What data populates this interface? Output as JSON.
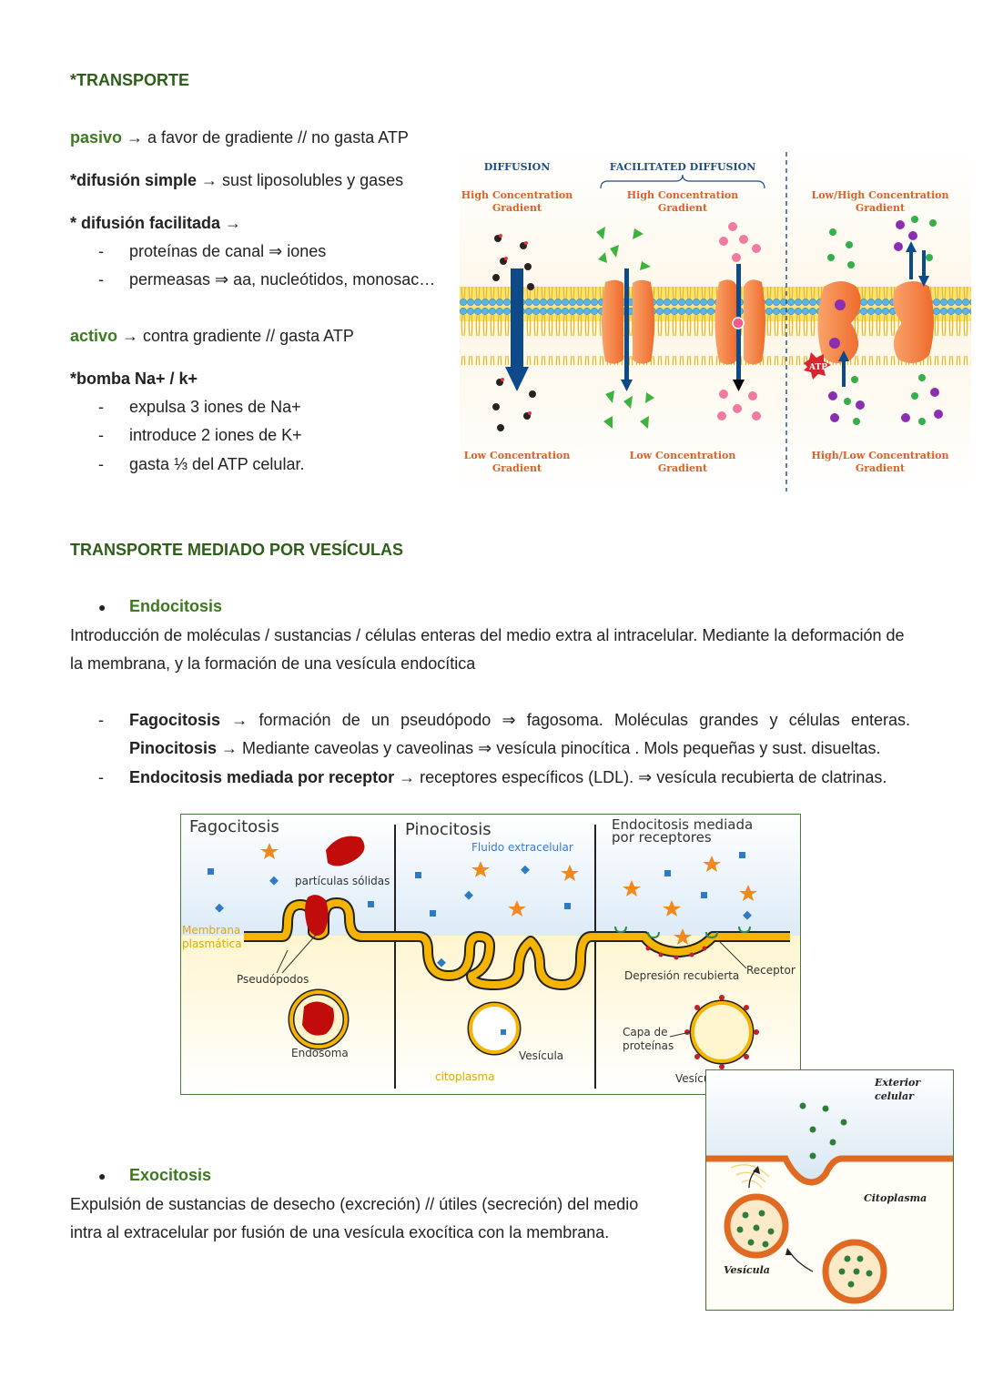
{
  "section1": {
    "title": "*TRANSPORTE",
    "pasivo_word": "pasivo",
    "pasivo_rest": " → a favor de gradiente  // no gasta ATP",
    "dif_simple_bold": "*difusión simple",
    "dif_simple_rest": " → sust liposolubles y gases",
    "dif_fac_bold": "* difusión facilitada",
    "dif_fac_rest": " →",
    "dif_fac_items": [
      "proteínas de canal  ⇒ iones",
      "permeasas ⇒ aa, nucleótidos, monosac…"
    ],
    "activo_word": "activo",
    "activo_rest": " → contra gradiente  // gasta ATP",
    "bomba_bold": "*bomba Na+ / k+",
    "bomba_items": [
      "expulsa 3 iones de Na+",
      "introduce 2 iones de K+",
      "gasta ⅓ del ATP celular."
    ],
    "dash": "-"
  },
  "diffusion_figure": {
    "diffusion": "DIFFUSION",
    "facilitated": "FACILITATED DIFFUSION",
    "high_conc": "High Concentration",
    "gradient": "Gradient",
    "low_conc": "Low Concentration",
    "lowhigh_conc": "Low/High Concentration",
    "highlow_conc": "High/Low Concentration",
    "atp": "ATP"
  },
  "section2": {
    "title": "TRANSPORTE MEDIADO POR VESÍCULAS",
    "bullet": "●",
    "endo_title": "Endocitosis",
    "endo_text1": "Introducción de moléculas / sustancias / células enteras del medio extra al intracelular. Mediante la deformación de",
    "endo_text2": "la membrana, y la formación de una vesícula endocítica",
    "fago_bold": "Fagocitosis",
    "fago_rest": " → formación de un pseudópodo ⇒ fagosoma. Moléculas grandes y células enteras.",
    "pino_bold": "Pinocitosis",
    "pino_rest": " → Mediante caveolas y caveolinas ⇒ vesícula pinocítica . Mols pequeñas y sust. disueltas.",
    "rec_bold": "Endocitosis mediada por receptor",
    "rec_rest": " → receptores específicos (LDL). ⇒ vesícula recubierta de clatrinas.",
    "exo_title": "Exocitosis",
    "exo_text1": "Expulsión de sustancias de desecho (excreción) // útiles (secreción) del medio",
    "exo_text2": "intra al extracelular por fusión de una vesícula exocítica con la membrana."
  },
  "endocytosis_figure": {
    "fagocitosis": "Fagocitosis",
    "pinocitosis": "Pinocitosis",
    "endo_rec_1": "Endocitosis mediada",
    "endo_rec_2": "por receptores",
    "particulas": "partículas sólidas",
    "fluido": "Fluido extracelular",
    "membrana_1": "Membrana",
    "membrana_2": "plasmática",
    "pseudopodos": "Pseudópodos",
    "endosoma": "Endosoma",
    "vesicula": "Vesícula",
    "citoplasma": "citoplasma",
    "depresion": "Depresión recubierta",
    "receptor": "Receptor",
    "capa_1": "Capa de",
    "capa_2": "proteínas",
    "vesicula_recubierta": "Vesícula recubierta"
  },
  "exocytosis_figure": {
    "exterior_1": "Exterior",
    "exterior_2": "celular",
    "citoplasma": "Citoplasma",
    "vesicula": "Vesícula"
  },
  "colors": {
    "title_green": "#2d5e17",
    "word_green": "#3b7a1e",
    "membrane_yellow": "#f5b400",
    "arrow_blue": "#0d4a8a"
  }
}
